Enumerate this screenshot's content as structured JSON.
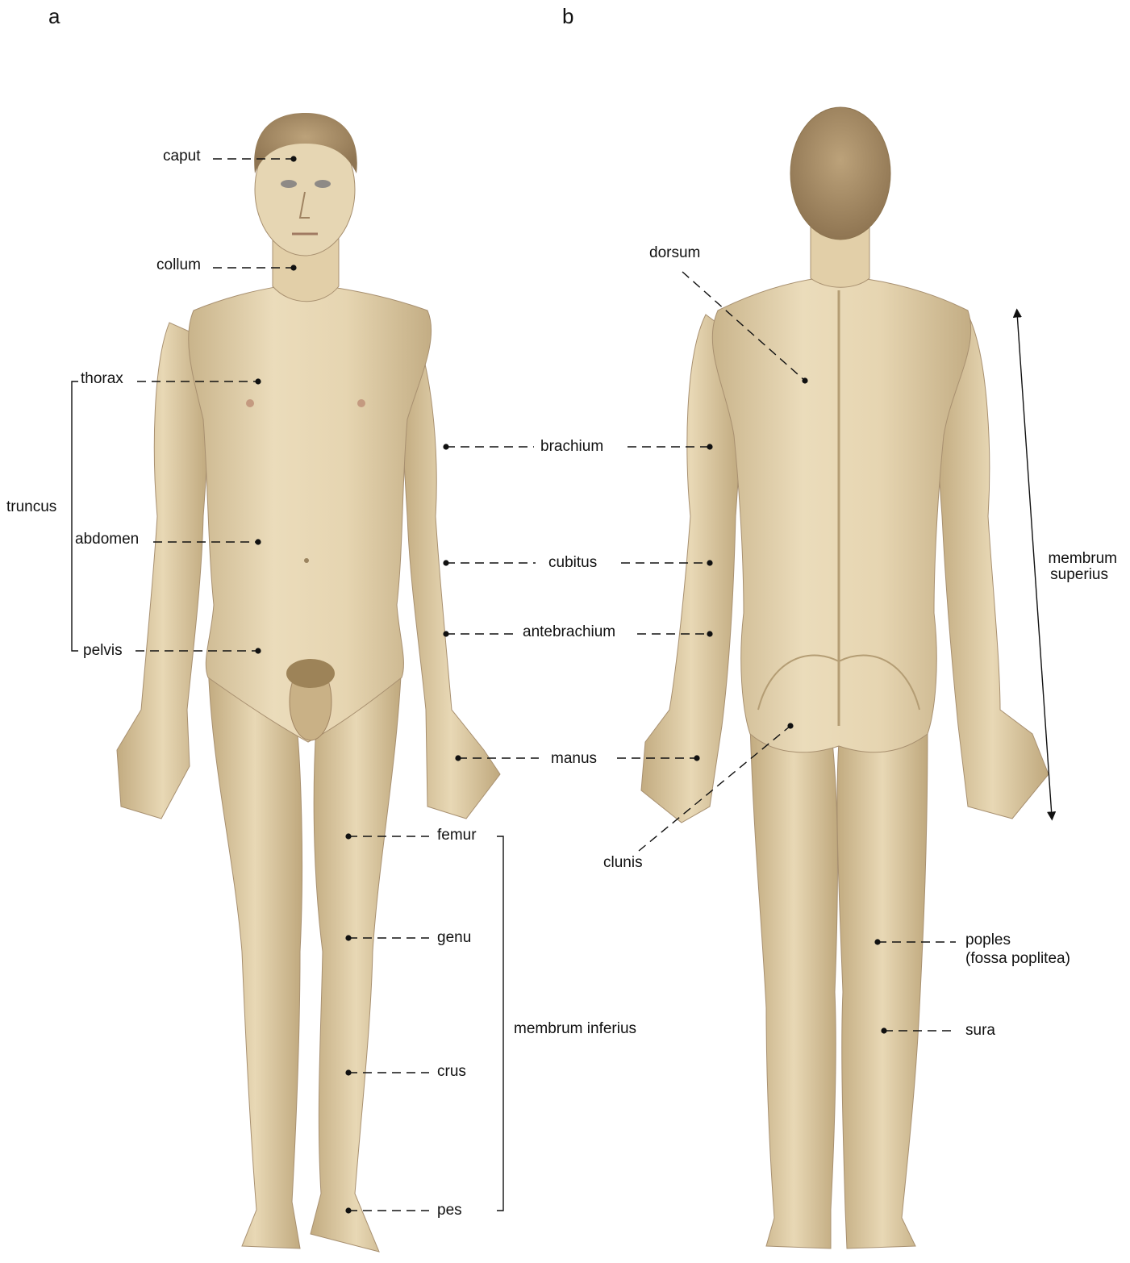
{
  "panels": {
    "a": "a",
    "b": "b"
  },
  "front_labels": {
    "caput": "caput",
    "collum": "collum",
    "thorax": "thorax",
    "truncus": "truncus",
    "abdomen": "abdomen",
    "pelvis": "pelvis",
    "femur": "femur",
    "genu": "genu",
    "crus": "crus",
    "pes": "pes",
    "membrum_inferius": "membrum inferius"
  },
  "center_labels": {
    "brachium": "brachium",
    "cubitus": "cubitus",
    "antebrachium": "antebrachium",
    "manus": "manus"
  },
  "back_labels": {
    "dorsum": "dorsum",
    "clunis": "clunis",
    "membrum_superius_1": "membrum",
    "membrum_superius_2": "superius",
    "poples_1": "poples",
    "poples_2": "(fossa poplitea)",
    "sura": "sura"
  },
  "colors": {
    "skin": "#e3d1ac",
    "skin_light": "#efe3c6",
    "skin_shadow": "#b9a27a",
    "hair": "#a88d66",
    "line": "#111111"
  }
}
